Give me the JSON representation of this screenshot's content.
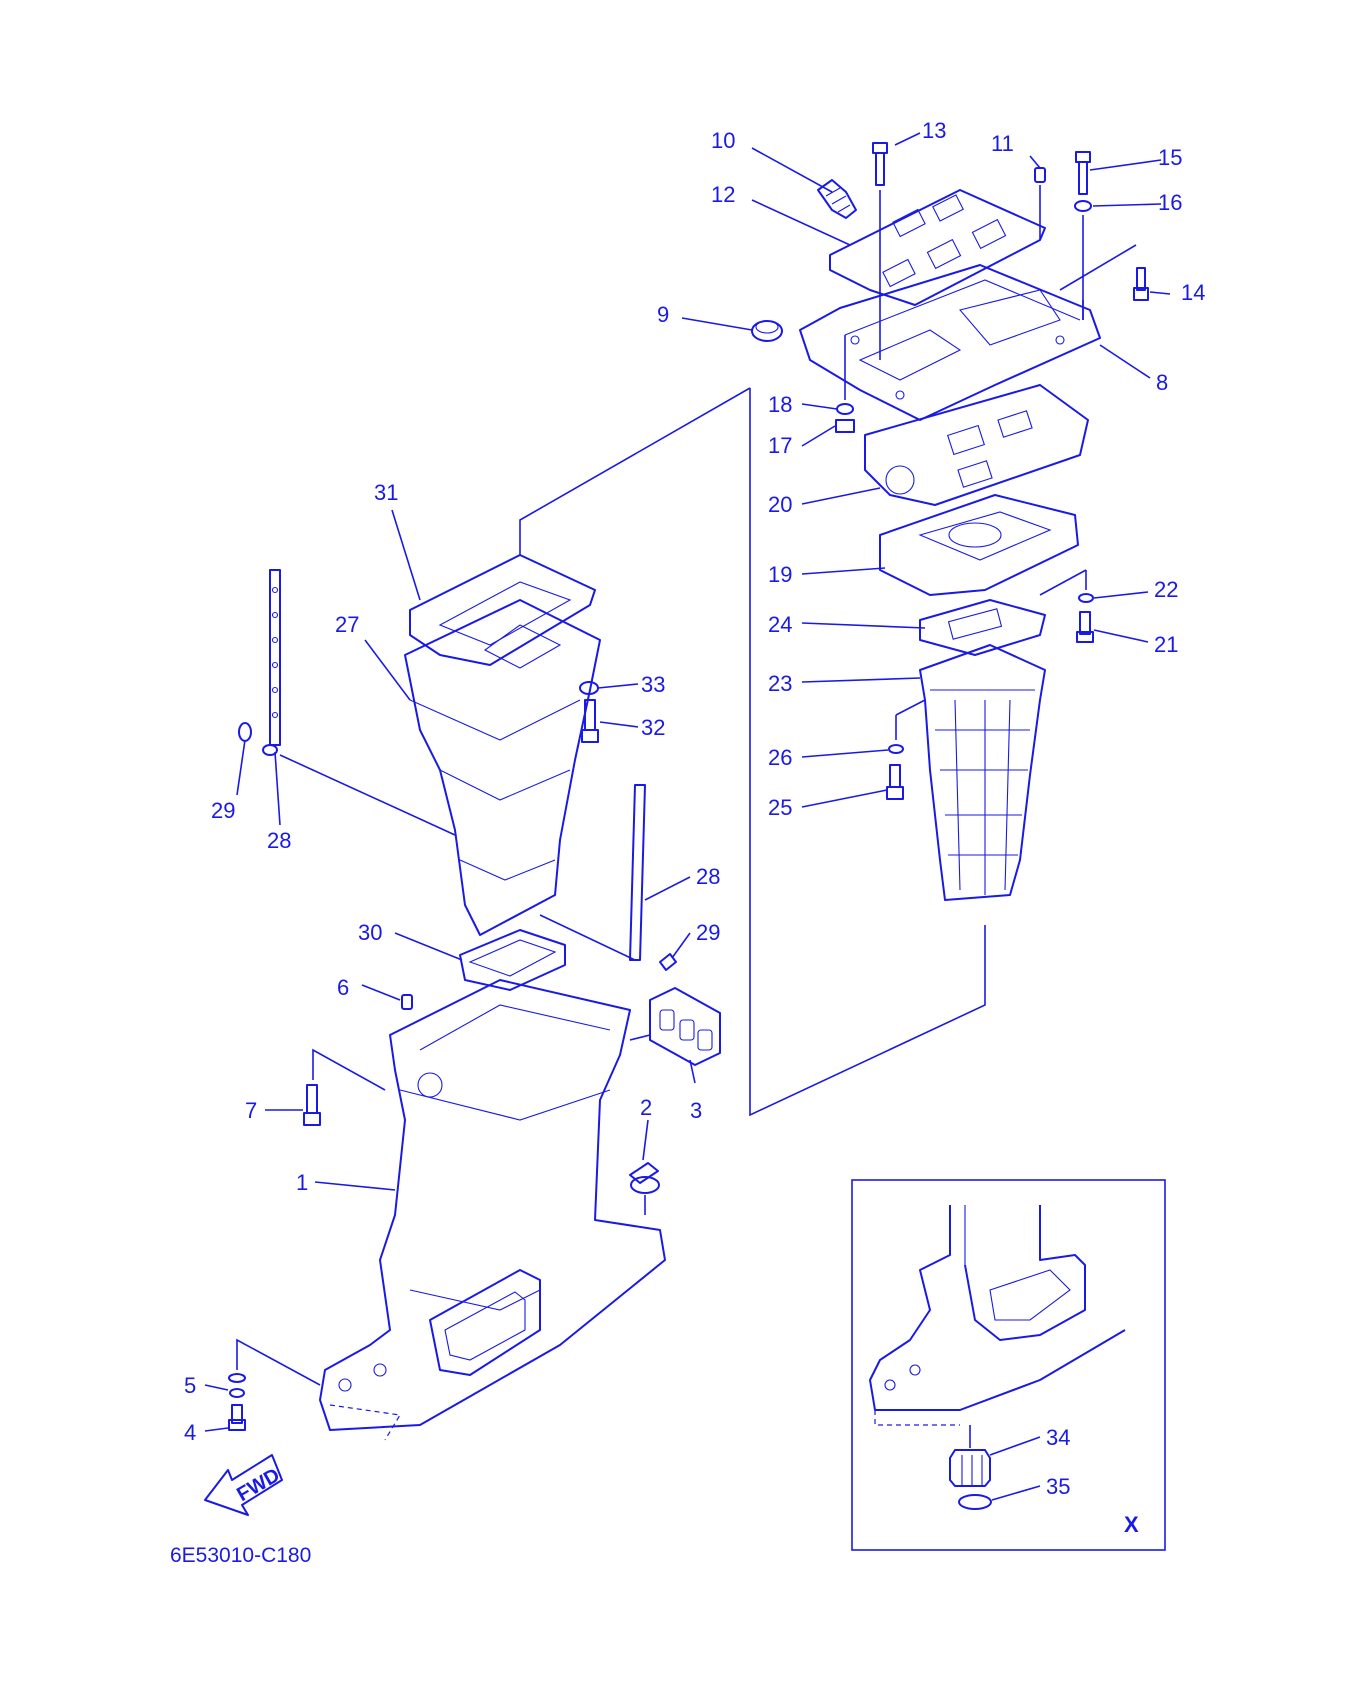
{
  "diagram": {
    "drawing_code": "6E53010-C180",
    "inset_label": "X",
    "fwd_label": "FWD",
    "callouts": [
      {
        "id": "c10",
        "text": "10"
      },
      {
        "id": "c13",
        "text": "13"
      },
      {
        "id": "c11",
        "text": "11"
      },
      {
        "id": "c15",
        "text": "15"
      },
      {
        "id": "c12",
        "text": "12"
      },
      {
        "id": "c16",
        "text": "16"
      },
      {
        "id": "c14",
        "text": "14"
      },
      {
        "id": "c9",
        "text": "9"
      },
      {
        "id": "c8",
        "text": "8"
      },
      {
        "id": "c18",
        "text": "18"
      },
      {
        "id": "c17",
        "text": "17"
      },
      {
        "id": "c20",
        "text": "20"
      },
      {
        "id": "c31",
        "text": "31"
      },
      {
        "id": "c19",
        "text": "19"
      },
      {
        "id": "c22",
        "text": "22"
      },
      {
        "id": "c27",
        "text": "27"
      },
      {
        "id": "c24",
        "text": "24"
      },
      {
        "id": "c21",
        "text": "21"
      },
      {
        "id": "c23",
        "text": "23"
      },
      {
        "id": "c33",
        "text": "33"
      },
      {
        "id": "c32",
        "text": "32"
      },
      {
        "id": "c26",
        "text": "26"
      },
      {
        "id": "c29a",
        "text": "29"
      },
      {
        "id": "c28a",
        "text": "28"
      },
      {
        "id": "c25",
        "text": "25"
      },
      {
        "id": "c28b",
        "text": "28"
      },
      {
        "id": "c30",
        "text": "30"
      },
      {
        "id": "c29b",
        "text": "29"
      },
      {
        "id": "c6",
        "text": "6"
      },
      {
        "id": "c7",
        "text": "7"
      },
      {
        "id": "c2",
        "text": "2"
      },
      {
        "id": "c3",
        "text": "3"
      },
      {
        "id": "c1",
        "text": "1"
      },
      {
        "id": "c5",
        "text": "5"
      },
      {
        "id": "c4",
        "text": "4"
      },
      {
        "id": "c34",
        "text": "34"
      },
      {
        "id": "c35",
        "text": "35"
      }
    ]
  }
}
